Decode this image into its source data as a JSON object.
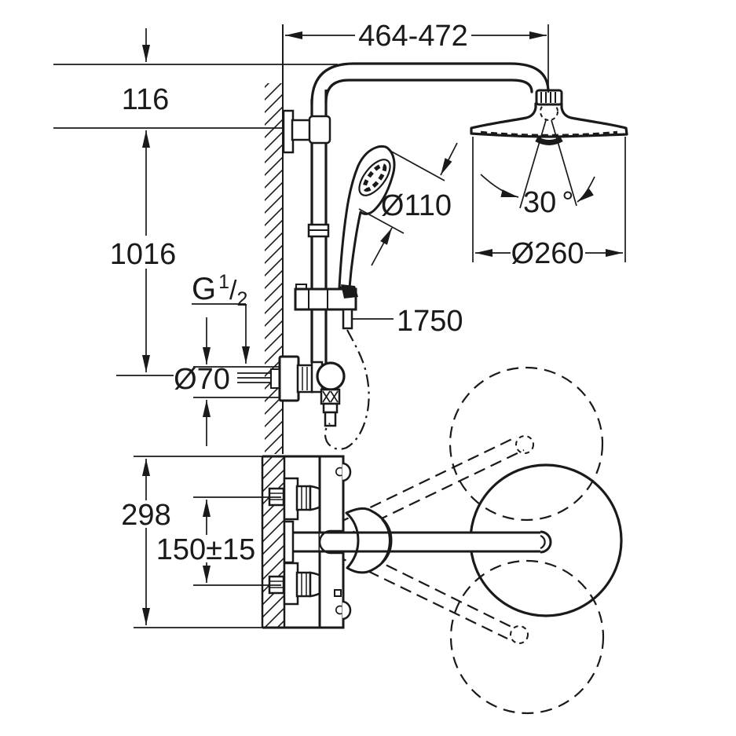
{
  "page": {
    "background": "#ffffff",
    "line_color": "#1a1a1a",
    "description": "Technical dimensional line drawing of a wall-mounted shower system: side view with riser rail, hand shower and wall union; head shower detail with swivel angle; top view of thermostat trim with swivel range circles"
  },
  "dimensions": {
    "arm_reach": "464-472",
    "wall_offset": "116",
    "rail_height": "1016",
    "thread_g": "G",
    "thread_num": "1",
    "thread_slash": "/",
    "thread_den": "2",
    "union_diameter": "Ø70",
    "hand_shower_diameter": "Ø110",
    "hose_length": "1750",
    "swivel_angle_value": "30",
    "swivel_angle_degree": "°",
    "head_diameter": "Ø260",
    "trim_height": "298",
    "supply_spacing": "150±15"
  }
}
